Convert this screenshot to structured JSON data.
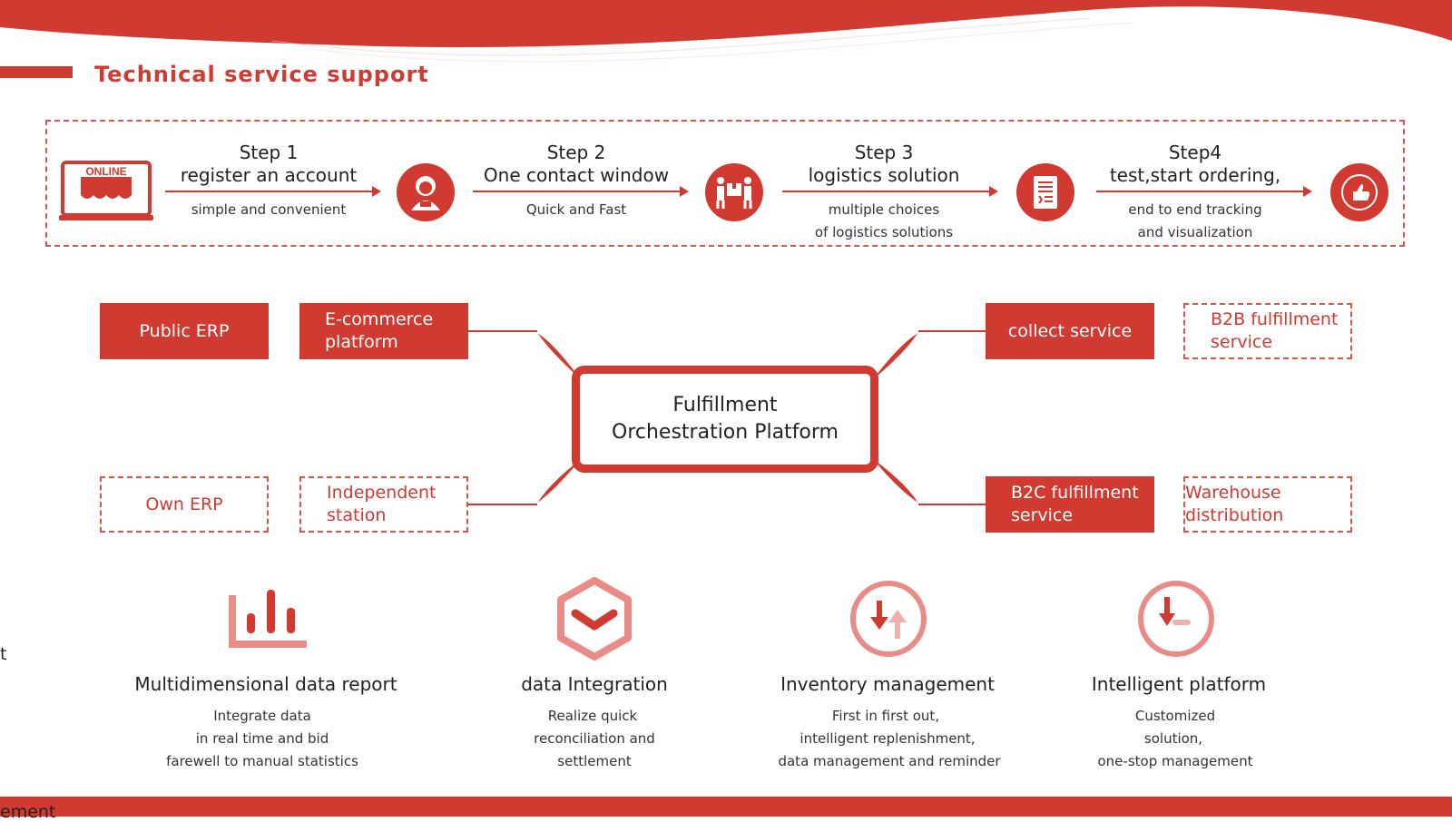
{
  "header": {
    "title": "Technical service support"
  },
  "steps": [
    {
      "label": "Step 1",
      "title": "register an account",
      "desc": [
        "simple and convenient"
      ],
      "icon": "online-store-laptop-icon"
    },
    {
      "label": "Step 2",
      "title": "One contact window",
      "desc": [
        "Quick and Fast"
      ],
      "icon": "support-agent-icon"
    },
    {
      "label": "Step 3",
      "title": "logistics solution",
      "desc": [
        "multiple choices",
        "of logistics solutions"
      ],
      "icon": "delivery-people-icon"
    },
    {
      "label": "Step4",
      "title": "test,start ordering,",
      "desc": [
        "end to end tracking",
        "and visualization"
      ],
      "icon": "document-icon"
    }
  ],
  "step_end_icon": "thumbs-up-badge-icon",
  "online_badge": "ONLINE",
  "diagram": {
    "center": [
      "Fulfillment",
      "Orchestration Platform"
    ],
    "left_boxes": [
      {
        "label": "Public ERP",
        "style": "solid"
      },
      {
        "label": "E-commerce platform",
        "style": "solid"
      },
      {
        "label": "Own ERP",
        "style": "dashed"
      },
      {
        "label": "Independent station",
        "style": "dashed"
      }
    ],
    "right_boxes": [
      {
        "label": "collect service",
        "style": "solid"
      },
      {
        "label": "B2B fulfillment service",
        "style": "dashed"
      },
      {
        "label": "B2C fulfillment service",
        "style": "solid"
      },
      {
        "label": "Warehouse distribution",
        "style": "dashed"
      }
    ]
  },
  "features": [
    {
      "title": "Multidimensional data report",
      "desc": [
        "Integrate data",
        "in real time and bid",
        "farewell to manual statistics"
      ],
      "icon": "bar-chart-icon"
    },
    {
      "title": "data Integration",
      "desc": [
        "Realize quick",
        "reconciliation and",
        "settlement"
      ],
      "icon": "hexagon-chevron-icon"
    },
    {
      "title": "Inventory management",
      "desc": [
        "First in first out,",
        "intelligent replenishment,",
        "data management and reminder"
      ],
      "icon": "inventory-arrows-icon"
    },
    {
      "title": "Intelligent platform",
      "desc": [
        "Customized",
        "solution,",
        "one-stop management"
      ],
      "icon": "clock-arrow-icon"
    }
  ],
  "edge_fragments": {
    "left_t": "t",
    "bottom_left": "ement"
  },
  "colors": {
    "primary_red": "#d03a30",
    "light_red": "#e98b86"
  }
}
